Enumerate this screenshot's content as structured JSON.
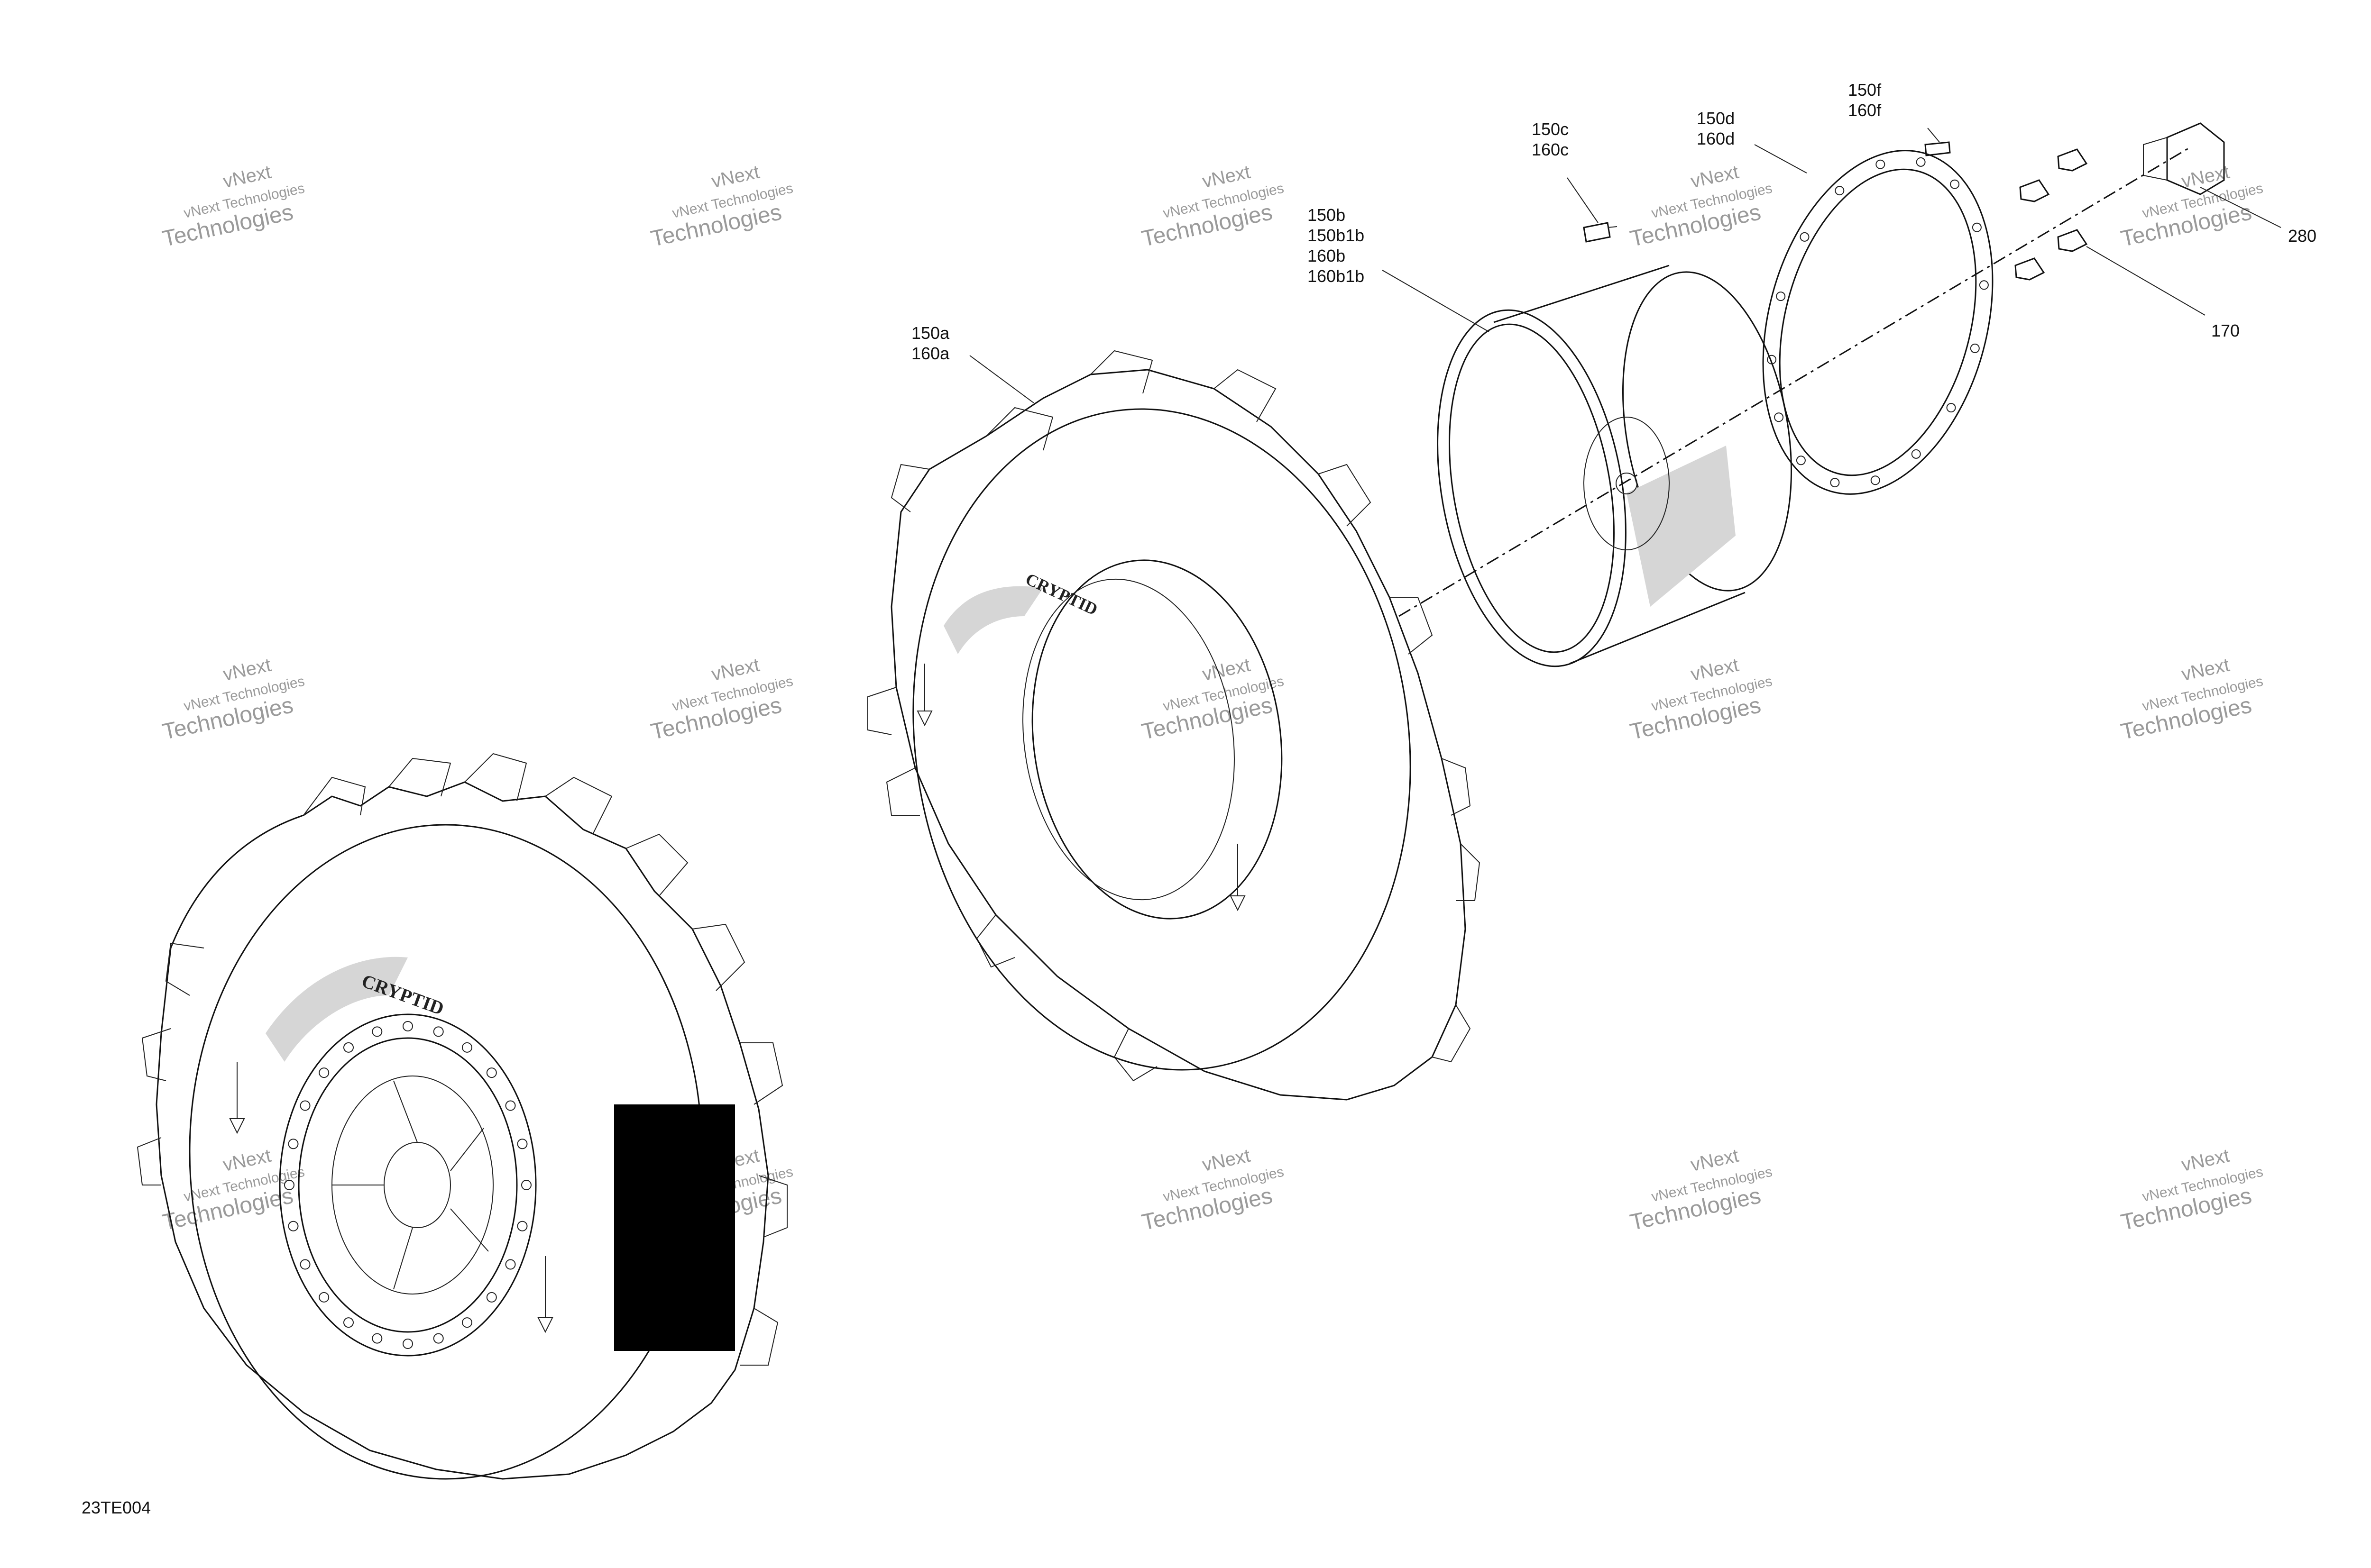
{
  "diagram_code": "23TE004",
  "watermark": {
    "line1": "vNext",
    "line2": "vNext Technologies",
    "line3": "Technologies"
  },
  "callouts": {
    "c150a": "150a",
    "c160a": "160a",
    "c150b": "150b",
    "c150b1b": "150b1b",
    "c160b": "160b",
    "c160b1b": "160b1b",
    "c150c": "150c",
    "c160c": "160c",
    "c150d": "150d",
    "c160d": "160d",
    "c150f": "150f",
    "c160f": "160f",
    "c170": "170",
    "c280": "280"
  },
  "tire_brand_text": "CRYPTID",
  "colors": {
    "line": "#111111",
    "shade": "#d6d6d6",
    "watermark": "#9a9a9a",
    "redaction": "#000000"
  }
}
